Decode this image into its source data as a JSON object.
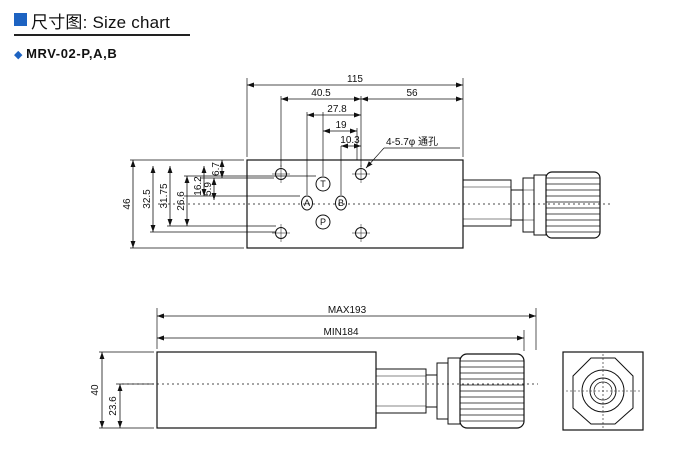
{
  "header": {
    "title": "尺寸图: Size chart",
    "accent_color": "#1d63c2"
  },
  "model": {
    "marker": "◆",
    "name": "MRV-02-P,A,B"
  },
  "top_view": {
    "dims": {
      "overall_width": "115",
      "d40_5": "40.5",
      "d56": "56",
      "d27_8": "27.8",
      "d19": "19",
      "d10_3": "10.3",
      "height": "46",
      "d32_5": "32.5",
      "d31_75": "31.75",
      "d26_6": "26.6",
      "d16_2": "16.2",
      "d6_7": "6.7",
      "d5_9": "5.9"
    },
    "hole_note": "4-5.7φ  通孔",
    "ports": {
      "t": "T",
      "a": "A",
      "b": "B",
      "p": "P"
    }
  },
  "side_view": {
    "max_length": "MAX193",
    "min_length": "MIN184",
    "height": "40",
    "center_height": "23.6"
  }
}
